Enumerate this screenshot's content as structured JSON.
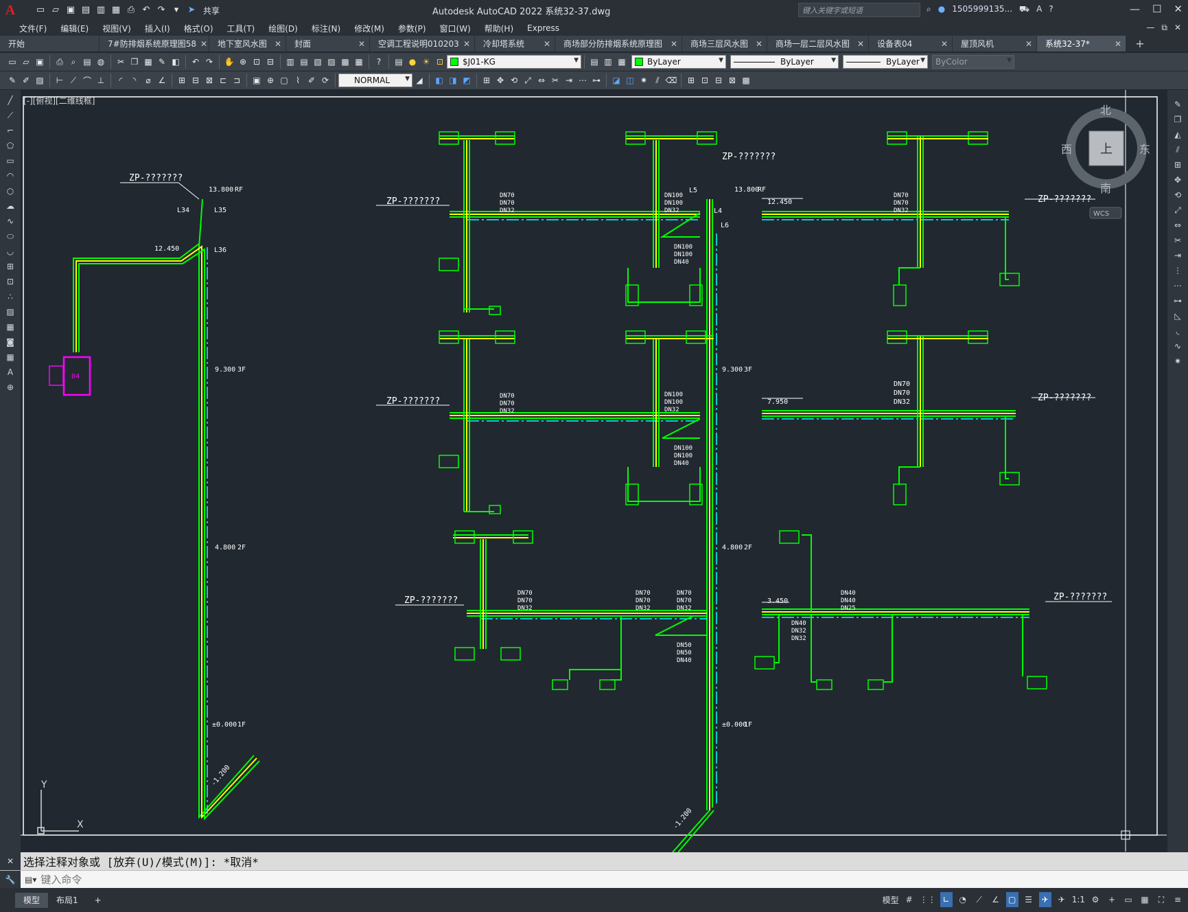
{
  "app": {
    "logo": "A",
    "title": "Autodesk AutoCAD 2022    系统32-37.dwg",
    "search_placeholder": "键入关键字或短语",
    "user": "1505999135...",
    "share": "共享"
  },
  "menu": [
    "文件(F)",
    "编辑(E)",
    "视图(V)",
    "插入(I)",
    "格式(O)",
    "工具(T)",
    "绘图(D)",
    "标注(N)",
    "修改(M)",
    "参数(P)",
    "窗口(W)",
    "帮助(H)",
    "Express"
  ],
  "tabs": [
    {
      "label": "开始",
      "closable": false,
      "active": false
    },
    {
      "label": "7#防排烟系统原理图58",
      "closable": true,
      "active": false
    },
    {
      "label": "地下室风水图",
      "closable": true,
      "active": false
    },
    {
      "label": "封面",
      "closable": true,
      "active": false
    },
    {
      "label": "空调工程说明010203",
      "closable": true,
      "active": false
    },
    {
      "label": "冷却塔系统",
      "closable": true,
      "active": false
    },
    {
      "label": "商场部分防排烟系统原理图",
      "closable": true,
      "active": false
    },
    {
      "label": "商场三层风水图",
      "closable": true,
      "active": false
    },
    {
      "label": "商场一层二层风水图",
      "closable": true,
      "active": false
    },
    {
      "label": "设备表04",
      "closable": true,
      "active": false
    },
    {
      "label": "屋顶风机",
      "closable": true,
      "active": false
    },
    {
      "label": "系统32-37*",
      "closable": true,
      "active": true
    }
  ],
  "toolbar": {
    "layer": "$J01-KG",
    "color": "ByLayer",
    "linetype": "ByLayer",
    "lineweight": "ByLayer",
    "plotstyle": "ByColor",
    "textstyle": "NORMAL",
    "layer_color": "#00ff00"
  },
  "view": {
    "label": "[-][俯视][二维线框]",
    "compass": {
      "north": "北",
      "south": "南",
      "east": "东",
      "west": "西",
      "top": "上",
      "wcs": "WCS"
    }
  },
  "drawing": {
    "tags": [
      "ZP-???????",
      "ZP-???????",
      "ZP-???????",
      "ZP-???????",
      "ZP-???????",
      "ZP-???????",
      "ZP-???????",
      "ZP-???????"
    ],
    "elev_labels": [
      "13.800",
      "RF",
      "12.450",
      "9.300",
      "3F",
      "4.800",
      "2F",
      "±0.000",
      "1F",
      "-1.200",
      "7.950",
      "3.450"
    ],
    "pipe_labels": [
      "L34",
      "L35",
      "L36",
      "L5",
      "L4",
      "L6",
      "DN70",
      "DN32",
      "DN100",
      "DN40",
      "DN25",
      "DN50",
      "04"
    ]
  },
  "command": {
    "history": "选择注释对象或 [放弃(U)/模式(M)]: *取消*",
    "placeholder": "键入命令"
  },
  "status": {
    "layouts": [
      "模型",
      "布局1"
    ],
    "model": "模型",
    "scale": "1:1"
  }
}
